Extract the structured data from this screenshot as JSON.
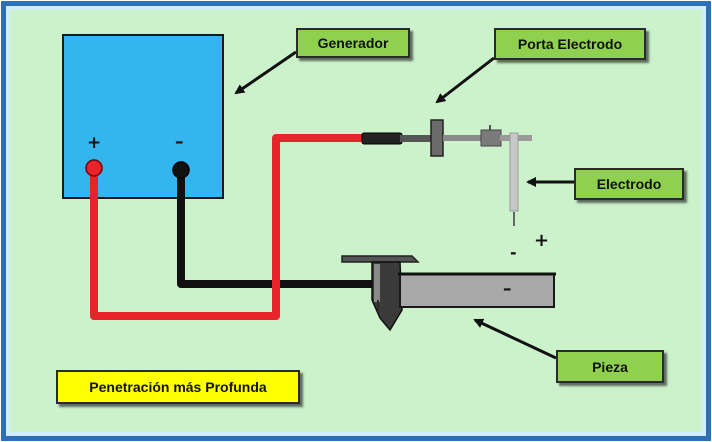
{
  "labels": {
    "generador": "Generador",
    "porta_electrodo": "Porta Electrodo",
    "electrodo": "Electrodo",
    "pieza": "Pieza",
    "note": "Penetración  más  Profunda"
  },
  "signs": {
    "gen_plus": "+",
    "gen_minus": "–",
    "arc_minus": "-",
    "arc_plus": "+",
    "piece_minus": "–"
  },
  "colors": {
    "background": "#ccf2cc",
    "border_outer": "#2f6fb6",
    "generator": "#33b6ee",
    "red_cable": "#e8232a",
    "black_cable": "#111111",
    "label_green": "#8fd14f",
    "note_yellow": "#ffff00",
    "piece_gray": "#a8a8a8"
  }
}
